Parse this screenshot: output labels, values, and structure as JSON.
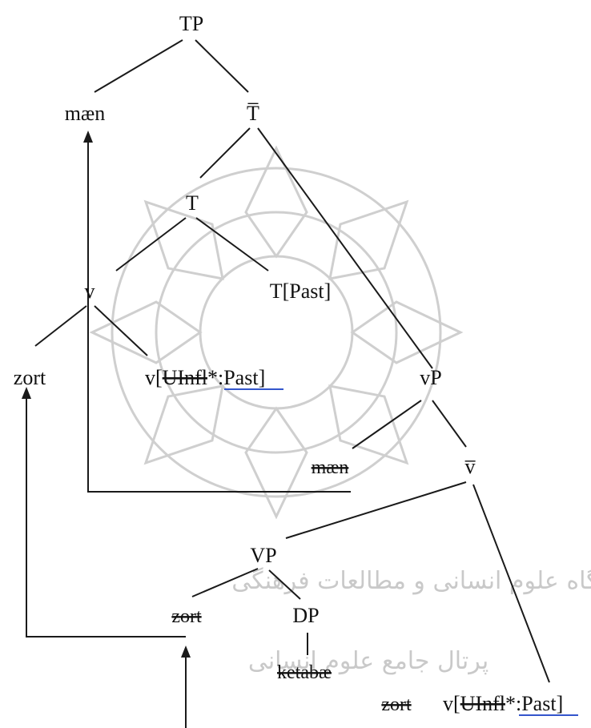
{
  "tree": {
    "nodes": {
      "tp": "TP",
      "maen_top": "mæn",
      "tbar": "T̅",
      "t": "T",
      "v_head": "v",
      "tpast": "T[Past]",
      "zort_top": "zort",
      "v_mid_prefix": "v[",
      "v_mid_uinfl": "UInfl",
      "v_mid_star": "*",
      "v_mid_past": ":Past",
      "v_mid_close": "]",
      "vp_little": "vP",
      "maen_low": "mæn",
      "vbar": "v̅",
      "vp": "VP",
      "zort_mid": "zort",
      "dp": "DP",
      "ketabae": "ketabæ",
      "zort_low": "zort",
      "v_low_prefix": "v[",
      "v_low_uinfl": "UInfl",
      "v_low_star": "*",
      "v_low_past": ":Past",
      "v_low_close": "]"
    }
  },
  "watermark": {
    "line1": "پژوهشگاه علوم انسانی و مطالعات فرهنگی",
    "line2": "پرتال جامع علوم انسانی"
  },
  "colors": {
    "line": "#1a1a1a",
    "text": "#111111",
    "link_underline": "#3355cc",
    "watermark": "#c8c8c8"
  }
}
